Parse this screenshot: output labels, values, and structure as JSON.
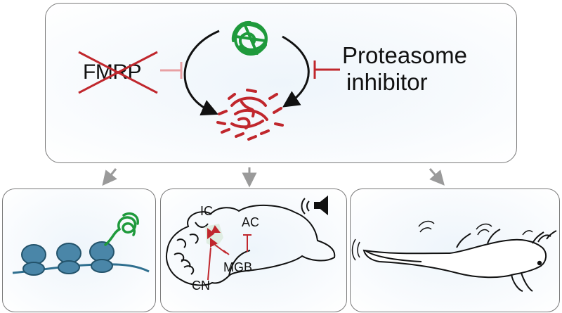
{
  "top_panel": {
    "fmrp_label": "FMRP",
    "inhibitor_line1": "Proteasome",
    "inhibitor_line2": "inhibitor"
  },
  "brain_panel": {
    "ic_label": "IC",
    "ac_label": "AC",
    "mgb_label": "MGB",
    "cn_label": "CN"
  },
  "colors": {
    "protein_green": "#1f9a3c",
    "degraded_red": "#c0272d",
    "inhibit_pink": "#e8a0a3",
    "ribosome_blue": "#4a86a8",
    "panel_border": "#7a7a7a",
    "arrow_gray": "#9a9a9a"
  },
  "icons": [
    "folded-protein-icon",
    "degraded-protein-icon",
    "ribosome-icon",
    "brain-icon",
    "speaker-icon",
    "mouse-icon"
  ]
}
